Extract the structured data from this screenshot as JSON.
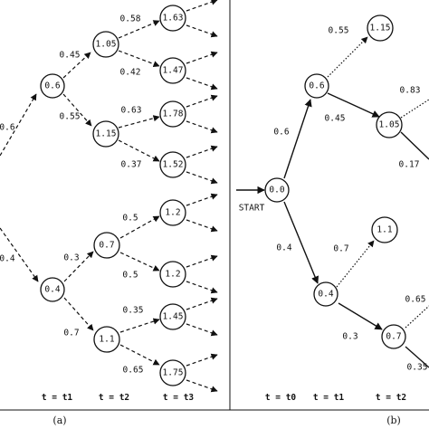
{
  "panel_a": {
    "label": "(a)",
    "nodes": [
      {
        "id": "a-n06",
        "label": "0.6"
      },
      {
        "id": "a-n04",
        "label": "0.4"
      },
      {
        "id": "a-n105",
        "label": "1.05"
      },
      {
        "id": "a-n115",
        "label": "1.15"
      },
      {
        "id": "a-n07",
        "label": "0.7"
      },
      {
        "id": "a-n11",
        "label": "1.1"
      },
      {
        "id": "a-n163",
        "label": "1.63"
      },
      {
        "id": "a-n147",
        "label": "1.47"
      },
      {
        "id": "a-n178",
        "label": "1.78"
      },
      {
        "id": "a-n152",
        "label": "1.52"
      },
      {
        "id": "a-n12a",
        "label": "1.2"
      },
      {
        "id": "a-n12b",
        "label": "1.2"
      },
      {
        "id": "a-n145",
        "label": "1.45"
      },
      {
        "id": "a-n175",
        "label": "1.75"
      }
    ],
    "probabilities": [
      "0.6",
      "0.4",
      "0.45",
      "0.55",
      "0.3",
      "0.7",
      "0.58",
      "0.42",
      "0.63",
      "0.37",
      "0.5",
      "0.5",
      "0.35",
      "0.65"
    ],
    "time_labels": [
      "t = t1",
      "t = t2",
      "t = t3"
    ]
  },
  "panel_b": {
    "label": "(b)",
    "start_label": "START",
    "nodes": [
      {
        "id": "b-n00",
        "label": "0.0"
      },
      {
        "id": "b-n06",
        "label": "0.6"
      },
      {
        "id": "b-n04",
        "label": "0.4"
      },
      {
        "id": "b-n115",
        "label": "1.15"
      },
      {
        "id": "b-n105",
        "label": "1.05"
      },
      {
        "id": "b-n11",
        "label": "1.1"
      },
      {
        "id": "b-n07",
        "label": "0.7"
      }
    ],
    "probabilities": [
      "0.6",
      "0.4",
      "0.55",
      "0.45",
      "0.83",
      "0.17",
      "0.7",
      "0.3",
      "0.65",
      "0.35"
    ],
    "time_labels": [
      "t = t0",
      "t = t1",
      "t = t2"
    ]
  }
}
